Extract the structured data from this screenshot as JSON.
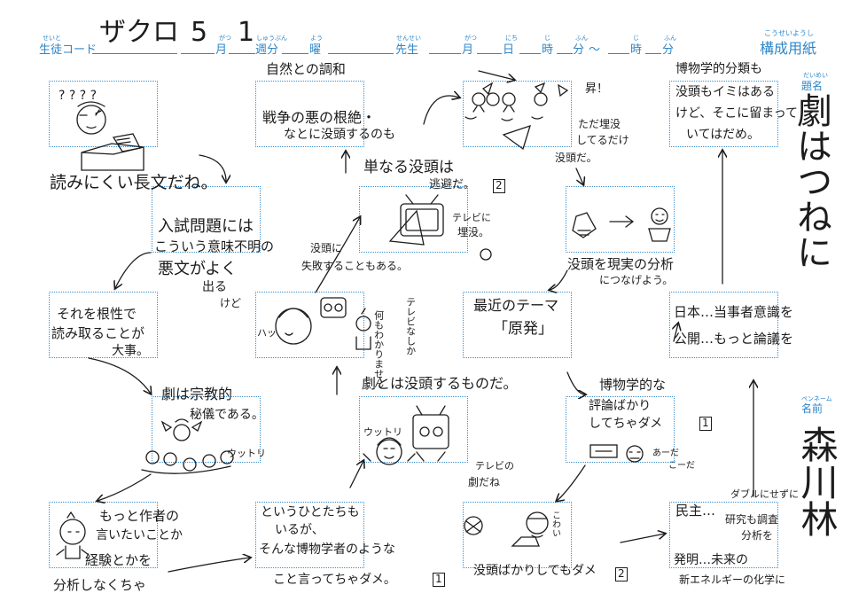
{
  "header": {
    "student_code_label": "生徒コード",
    "student_code_ruby": "せいと",
    "student_code_value": "ザクロ",
    "month_value": "5",
    "month_label": "月",
    "month_ruby": "がつ",
    "week_value": "1",
    "week_label": "週分",
    "week_ruby": "しゅうぶん",
    "day_label": "曜",
    "day_ruby": "よう",
    "teacher_label": "先生",
    "teacher_ruby": "せんせい",
    "date_month_label": "月",
    "date_month_ruby": "がつ",
    "date_day_label": "日",
    "date_day_ruby": "にち",
    "hour_label": "時",
    "hour_ruby": "じ",
    "minute_label": "分",
    "minute_ruby": "ふん",
    "tilde": "～",
    "hour2_label": "時",
    "hour2_ruby": "じ",
    "minute2_label": "分",
    "minute2_ruby": "ふん",
    "form_title": "構成用紙",
    "form_title_ruby": "こうせいようし"
  },
  "side": {
    "title_label": "題名",
    "title_ruby": "だいめい",
    "title_value": "劇はつねに",
    "name_label": "名前",
    "name_ruby": "ペンネーム",
    "name_value": "森川林"
  },
  "cells": {
    "c11": "読みにくい長文だね。",
    "c12_top": "自然との調和",
    "c12_a": "戦争の悪の根絶・",
    "c12_b": "なとに没頭するのも",
    "c13_a": "昇！",
    "c13_b": "ただ埋没",
    "c13_c": "してるだけ",
    "c13_d": "没頭だ。",
    "c14_a": "博物学的分類も",
    "c14_b": "没頭もイミはある",
    "c14_c": "けど、そこに留まって",
    "c14_d": "いてはだめ。",
    "c21_a": "入試問題には",
    "c21_b": "こういう意味不明の",
    "c21_c": "悪文がよく",
    "c21_d": "出る",
    "c21_e": "けど",
    "c22_a": "単なる没頭は",
    "c22_b": "逃避だ。",
    "c22_num": "2",
    "c22_c": "テレビに",
    "c22_d": "埋没。",
    "c23_a": "没頭を現実の分析",
    "c23_b": "につなげよう。",
    "c31_a": "それを根性で",
    "c31_b": "読み取ることが",
    "c31_c": "大事。",
    "c32_a": "没頭に",
    "c32_b": "失敗することもある。",
    "c32_c": "ハッ",
    "c33_a": "何もわかりません",
    "c33_b": "テレビなしか",
    "c34_a": "最近のテーマ",
    "c34_b": "「原発」",
    "c35_a": "日本…当事者意識を",
    "c35_b": "公開…もっと論議を",
    "c41_a": "劇は宗教的",
    "c41_b": "秘儀である。",
    "c41_c": "ウットリ",
    "c42_a": "劇とは没頭するものだ。",
    "c42_b": "ウットリ",
    "c42_c": "テレビの",
    "c42_d": "劇だね",
    "c43_a": "博物学的な",
    "c43_b": "評論ばかり",
    "c43_c": "してちゃダメ",
    "c43_num": "1",
    "c43_d": "あーだ",
    "c43_e": "こーだ",
    "c51_a": "もっと作者の",
    "c51_b": "言いたいことか",
    "c51_c": "経験とかを",
    "c51_d": "分析しなくちゃ",
    "c52_a": "というひとたちも",
    "c52_b": "いるが、",
    "c52_c": "そんな博物学者のような",
    "c52_d": "こと言ってちゃダメ。",
    "c52_num": "1",
    "c53_a": "こわい",
    "c53_b": "没頭ばかりしてもダメ",
    "c53_num": "2",
    "c54_a": "民主…",
    "c54_b": "ダブルにせずに",
    "c54_c": "研究も調査",
    "c54_d": "分析を",
    "c54_e": "発明…未来の",
    "c54_f": "新エネルギーの化学に"
  }
}
